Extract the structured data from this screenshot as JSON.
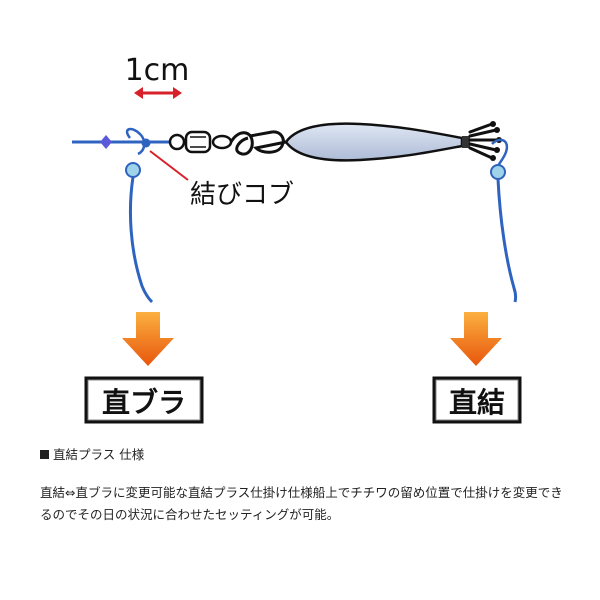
{
  "diagram": {
    "measure_label": "1cm",
    "knot_label": "結びコブ",
    "left_box_label": "直ブラ",
    "right_box_label": "直結",
    "colors": {
      "line": "#2f63c0",
      "arrow": "#f0780f",
      "red_marker": "#d8202a",
      "bead": "#9fd3e8",
      "knot": "#5a5ad8",
      "body": "#c8d4ea"
    }
  },
  "spec": {
    "heading": "直結プラス 仕様",
    "description": "直結⇔直ブラに変更可能な直結プラス仕掛け仕様船上でチチワの留め位置で仕掛けを変更できるのでその日の状況に合わせたセッティングが可能。"
  }
}
